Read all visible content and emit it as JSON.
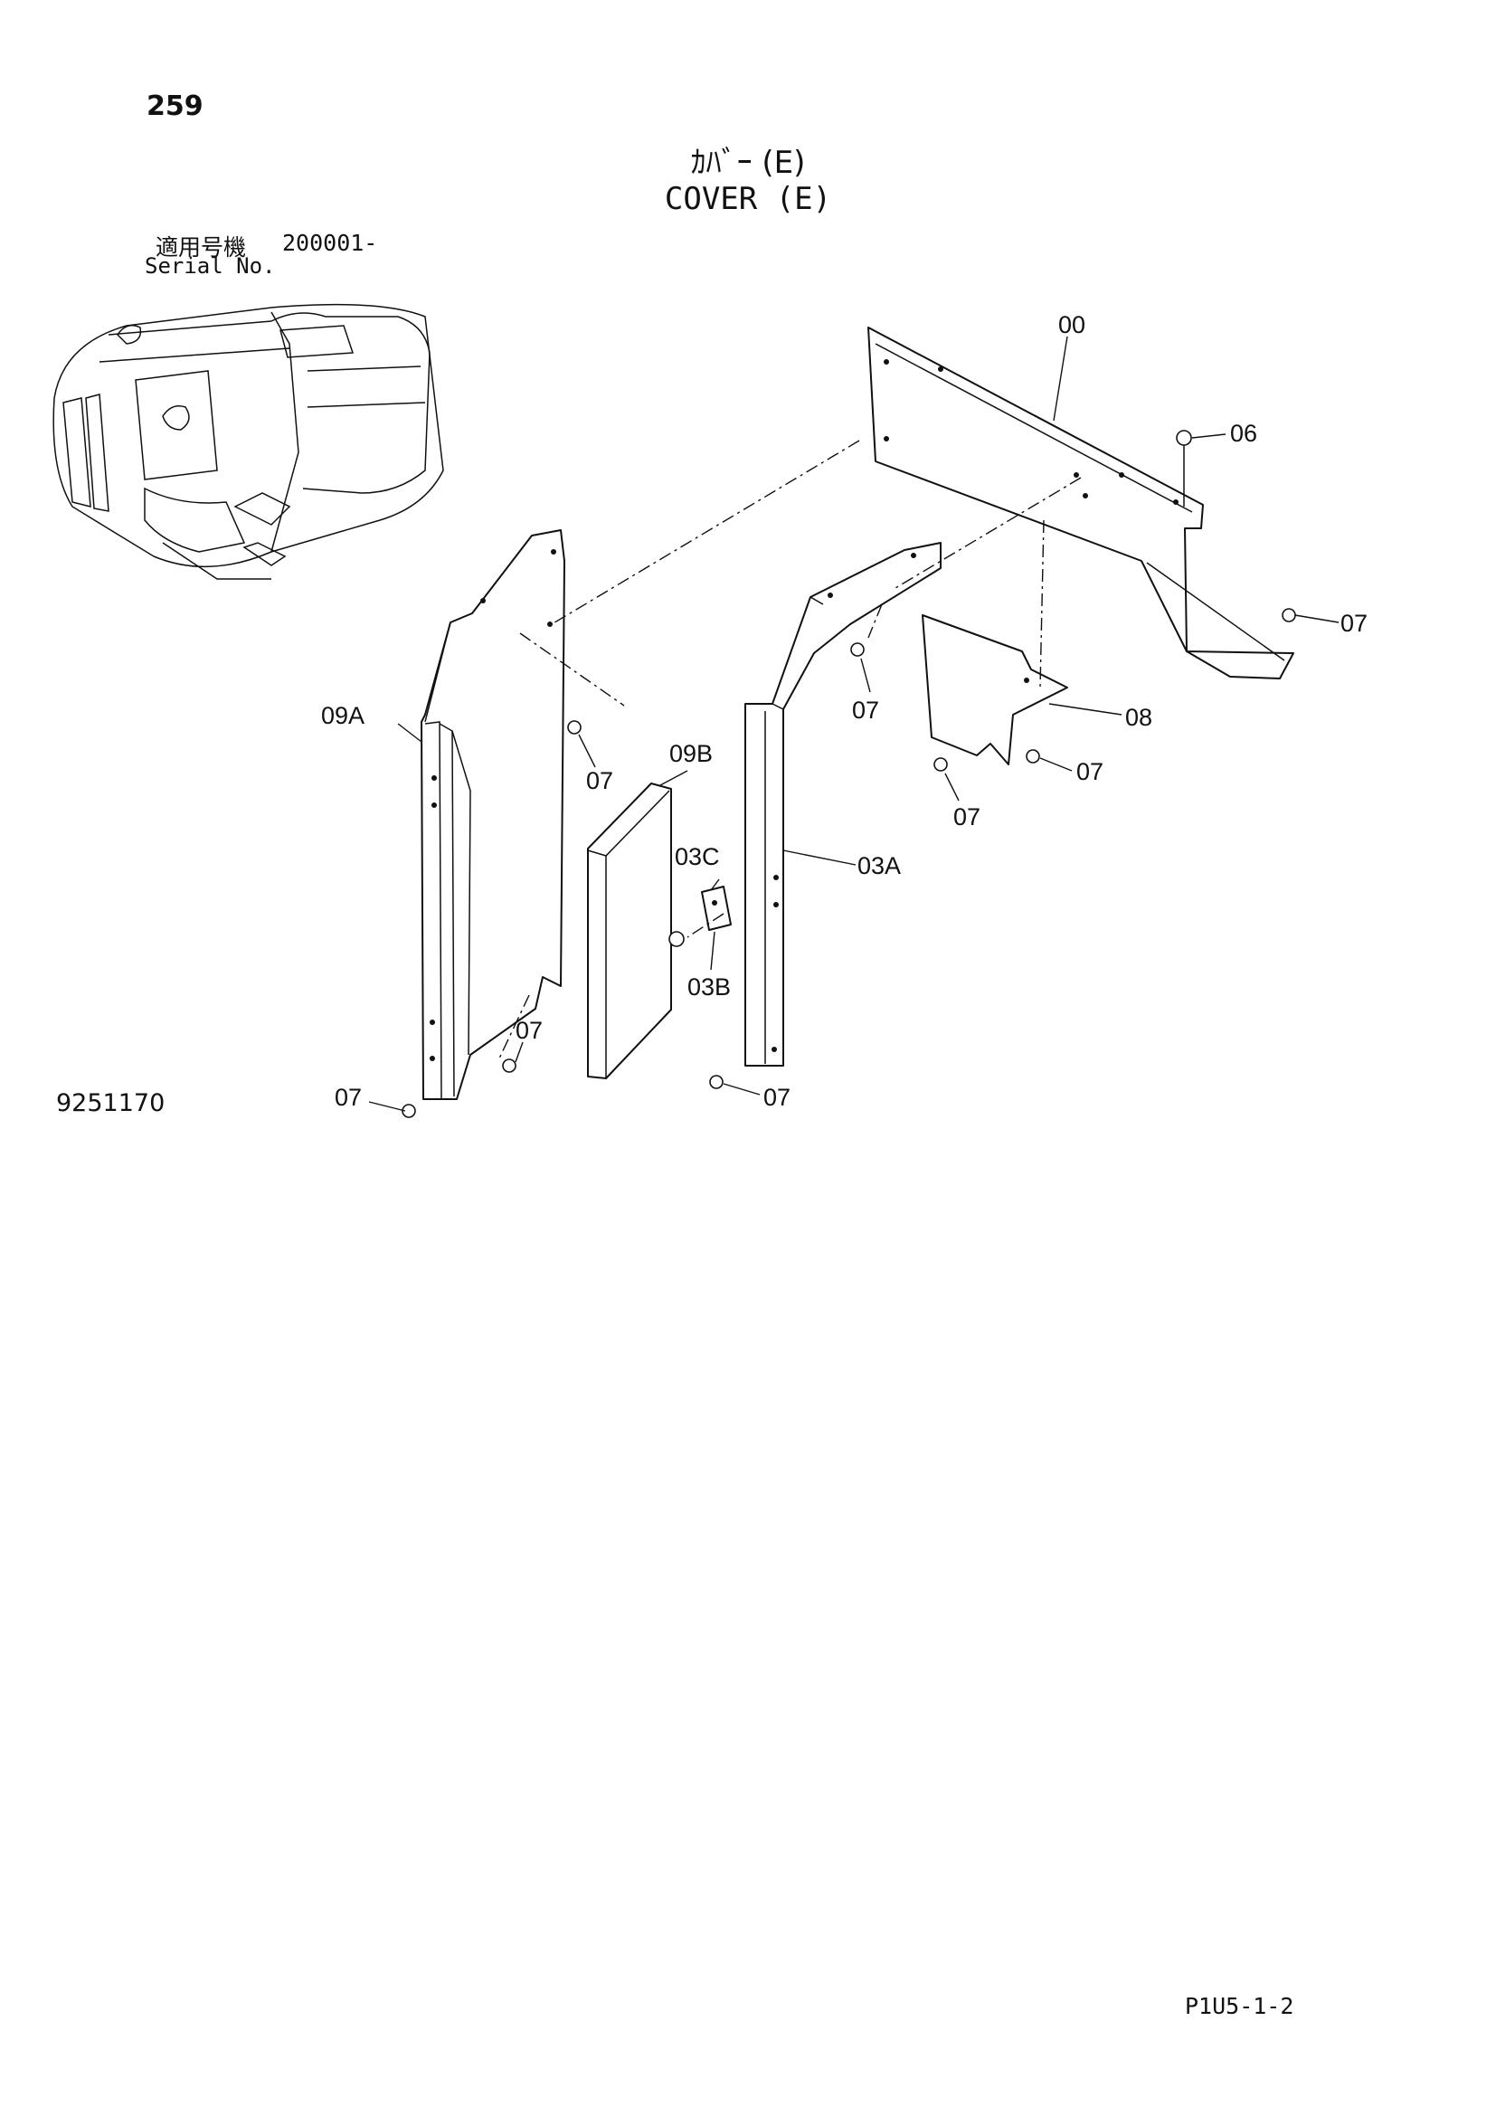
{
  "page_number": "259",
  "title_jp": "ｶﾊﾞｰ (E)",
  "title_en": "COVER (E)",
  "serial": {
    "label_jp": "適用号機",
    "label_en": "Serial No.",
    "value": "200001-"
  },
  "drawing_number": "9251170",
  "page_code": "P1U5-1-2",
  "callouts": {
    "c00": "00",
    "c06": "06",
    "c07a": "07",
    "c07b": "07",
    "c07c": "07",
    "c07d": "07",
    "c07e": "07",
    "c07f": "07",
    "c07g": "07",
    "c07h": "07",
    "c08": "08",
    "c09A": "09A",
    "c09B": "09B",
    "c03A": "03A",
    "c03B": "03B",
    "c03C": "03C"
  }
}
